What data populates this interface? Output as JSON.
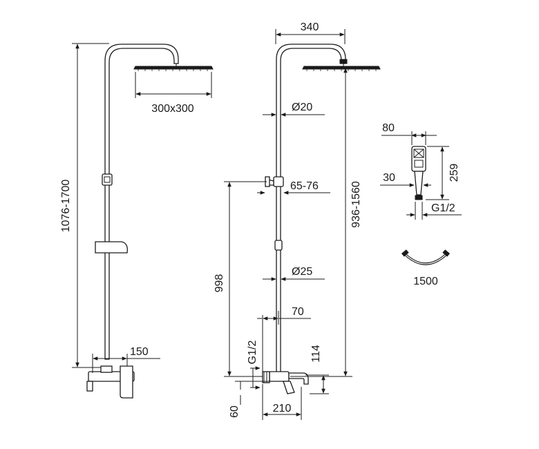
{
  "dimensions": {
    "left_height": "1076-1700",
    "head_size": "300x300",
    "mixer_width": "150",
    "top_width": "340",
    "pipe_upper_diameter": "Ø20",
    "holder_range": "65-76",
    "holder_height": "998",
    "pipe_lower_diameter": "Ø25",
    "wall_offset": "70",
    "inlet_thread": "G1/2",
    "spout_height": "114",
    "centre_range": "936-1560",
    "inlet_gap": "60",
    "mixer_depth": "210",
    "hand_width": "80",
    "hand_length": "259",
    "hand_neck": "30",
    "hand_thread": "G1/2",
    "hose_length": "1500"
  },
  "colors": {
    "line": "#1a1a1a",
    "background": "#ffffff"
  }
}
